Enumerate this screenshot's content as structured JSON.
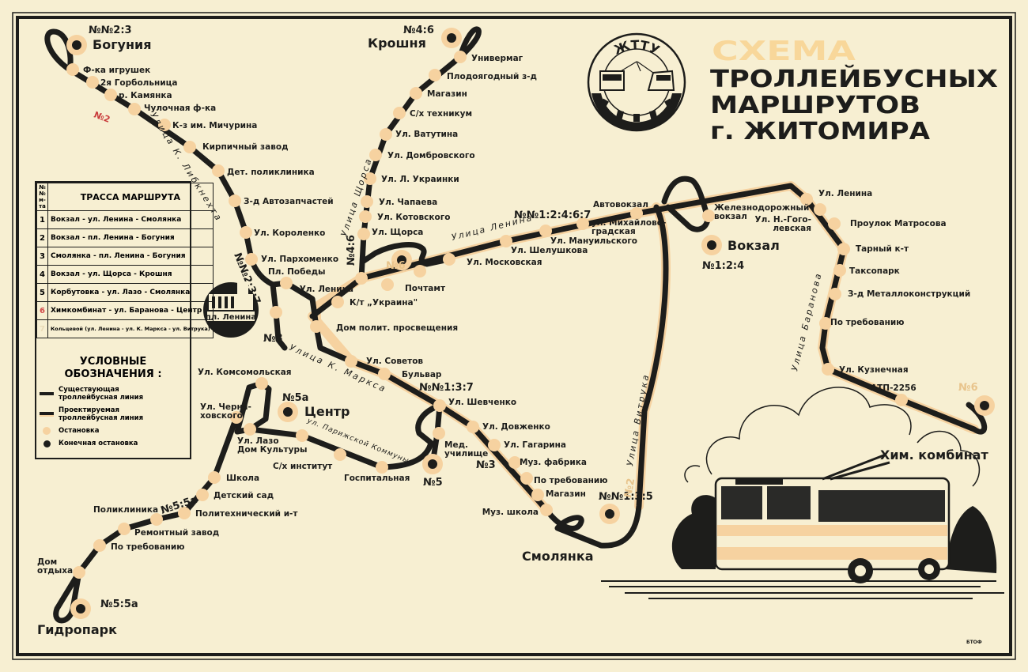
{
  "title": {
    "line1": "СХЕМА",
    "line2": "ТРОЛЛЕЙБУСНЫХ",
    "line3": "МАРШРУТОВ",
    "line4": "г. ЖИТОМИРА",
    "logo": "ЖТТУ"
  },
  "colors": {
    "background": "#f7efd2",
    "line": "#1d1d1b",
    "stop": "#f6d2a0",
    "title_accent": "#f8d79a"
  },
  "legend": {
    "header_num": "№№ м-та",
    "header_route": "ТРАССА МАРШРУТА",
    "routes": [
      {
        "num": "1",
        "route": "Вокзал - ул. Ленина - Смолянка"
      },
      {
        "num": "2",
        "route": "Вокзал - пл. Ленина - Богуния"
      },
      {
        "num": "3",
        "route": "Смолянка - пл. Ленина - Богуния"
      },
      {
        "num": "4",
        "route": "Вокзал - ул. Щорса - Крошня"
      },
      {
        "num": "5",
        "route": "Корбутовка - ул. Лазо - Смолянка"
      },
      {
        "num": "6",
        "route": "Химкомбинат - ул. Баранова - Центр"
      },
      {
        "num": "7",
        "route": "Кольцевой (ул. Ленина - ул. К. Маркса - ул. Витрука)"
      }
    ],
    "symbols_title_1": "УСЛОВНЫЕ",
    "symbols_title_2": "ОБОЗНАЧЕНИЯ :",
    "existing": "Существующая троллейбусная линия",
    "planned": "Проектируемая троллейбусная линия",
    "stop": "Остановка",
    "terminal": "Конечная остановка"
  },
  "stops": [
    {
      "name": "Ф-ка игрушек"
    },
    {
      "name": "2я Горбольница"
    },
    {
      "name": "р. Камянка"
    },
    {
      "name": "Чулочная ф-ка"
    },
    {
      "name": "К-з им. Мичурина"
    },
    {
      "name": "Кирпичный завод"
    },
    {
      "name": "Дет. поликлиника"
    },
    {
      "name": "З-д Автозапчастей"
    },
    {
      "name": "Ул. Короленко"
    },
    {
      "name": "Ул. Пархоменко"
    },
    {
      "name": "Пл. Победы"
    },
    {
      "name": "Ул. Ленина"
    },
    {
      "name": "К/т „Украина\""
    },
    {
      "name": "Дом полит. просвещения"
    },
    {
      "name": "Почтамт"
    },
    {
      "name": "Ул. Московская"
    },
    {
      "name": "Ул. Шелушкова"
    },
    {
      "name": "Ул. Мануильского"
    },
    {
      "name": "ул. Михайлово-",
      "name2": "градская"
    },
    {
      "name": "Автовокзал"
    },
    {
      "name": "Железнодорожный",
      "name2": "вокзал"
    },
    {
      "name": "Ул. Ленина"
    },
    {
      "name": "Ул. Н.-Гого-",
      "name2": "левская"
    },
    {
      "name": "Проулок Матросова"
    },
    {
      "name": "Тарный к-т"
    },
    {
      "name": "Таксопарк"
    },
    {
      "name": "З-д Металлоконструкций"
    },
    {
      "name": "По требованию"
    },
    {
      "name": "Ул. Кузнечная"
    },
    {
      "name": "АТП-2256"
    },
    {
      "name": "Универмаг"
    },
    {
      "name": "Плодоягодный з-д"
    },
    {
      "name": "Магазин"
    },
    {
      "name": "С/х техникум"
    },
    {
      "name": "Ул. Ватутина"
    },
    {
      "name": "Ул. Домбровского"
    },
    {
      "name": "Ул. Л. Украинки"
    },
    {
      "name": "Ул. Чапаева"
    },
    {
      "name": "Ул. Котовского"
    },
    {
      "name": "Ул. Щорса"
    },
    {
      "name": "Ул. Советов"
    },
    {
      "name": "Бульвар"
    },
    {
      "name": "Ул. Шевченко"
    },
    {
      "name": "Мед.",
      "name2": "училище"
    },
    {
      "name": "Ул. Довженко"
    },
    {
      "name": "Ул. Гагарина"
    },
    {
      "name": "Муз. фабрика"
    },
    {
      "name": "По требованию"
    },
    {
      "name": "Магазин"
    },
    {
      "name": "Муз. школа"
    },
    {
      "name": "Ул. Комсомольская"
    },
    {
      "name": "Ул. Черня-",
      "name2": "ховского"
    },
    {
      "name": "Ул. Лазо",
      "name2": "Дом Культуры"
    },
    {
      "name": "С/х институт"
    },
    {
      "name": "Госпитальная"
    },
    {
      "name": "Школа"
    },
    {
      "name": "Детский сад"
    },
    {
      "name": "Политехнический и-т"
    },
    {
      "name": "Поликлиника"
    },
    {
      "name": "Ремонтный завод"
    },
    {
      "name": "По требованию"
    },
    {
      "name": "Дом",
      "name2": "отдыха"
    }
  ],
  "terminals": [
    {
      "name": "Богуния",
      "routes": "№№2:3"
    },
    {
      "name": "Крошня",
      "routes": "№4:6"
    },
    {
      "name": "Вокзал",
      "routes": "№1:2:4"
    },
    {
      "name": "Центр",
      "routes": "№5а"
    },
    {
      "name": "Смолянка",
      "routes": "№№1:3:5"
    },
    {
      "name": "Гидропарк",
      "routes": "№5:5а"
    },
    {
      "name": "Хим. комбинат",
      "routes": "№6"
    },
    {
      "name": "",
      "routes": "№5"
    },
    {
      "name": "",
      "routes": "№6"
    }
  ],
  "route_labels": [
    "№№2:3:7",
    "№4:6",
    "№3",
    "№3",
    "№№1:2:4:6:7",
    "№№1:3:7",
    "№5:5а",
    "№2",
    "№2"
  ],
  "streets": [
    "Улица К. Либкнехта",
    "Улица Щорса",
    "Улица Ленина",
    "Улица К. Маркса",
    "ул. Парижской Коммуны",
    "Улица Витрука",
    "Улица Баранова"
  ],
  "landmark": "пл. Ленина",
  "printer_mark": "БТОФ"
}
